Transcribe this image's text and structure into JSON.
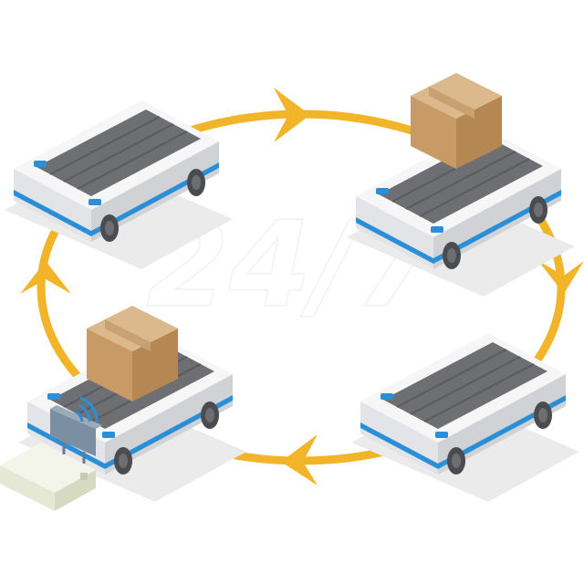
{
  "diagram": {
    "center_label": "24/7",
    "colors": {
      "loop": "#f2b429",
      "body_top": "#f6f6f7",
      "body_front": "#e2e3e6",
      "body_side": "#cfd1d5",
      "stripe": "#2a8fd6",
      "belt": "#6f7074",
      "belt_dark": "#5a5b5f",
      "wheel": "#4b4c50",
      "shadow": "#e9e9ea",
      "box_top": "#dcb98c",
      "box_front": "#c79a66",
      "box_side": "#b58853",
      "charger": "#e8eadb"
    },
    "robots": [
      {
        "name": "robot-top-left",
        "carrying": false
      },
      {
        "name": "robot-top-right",
        "carrying": true
      },
      {
        "name": "robot-bottom-right",
        "carrying": false
      },
      {
        "name": "robot-bottom-left",
        "carrying": true
      }
    ]
  }
}
